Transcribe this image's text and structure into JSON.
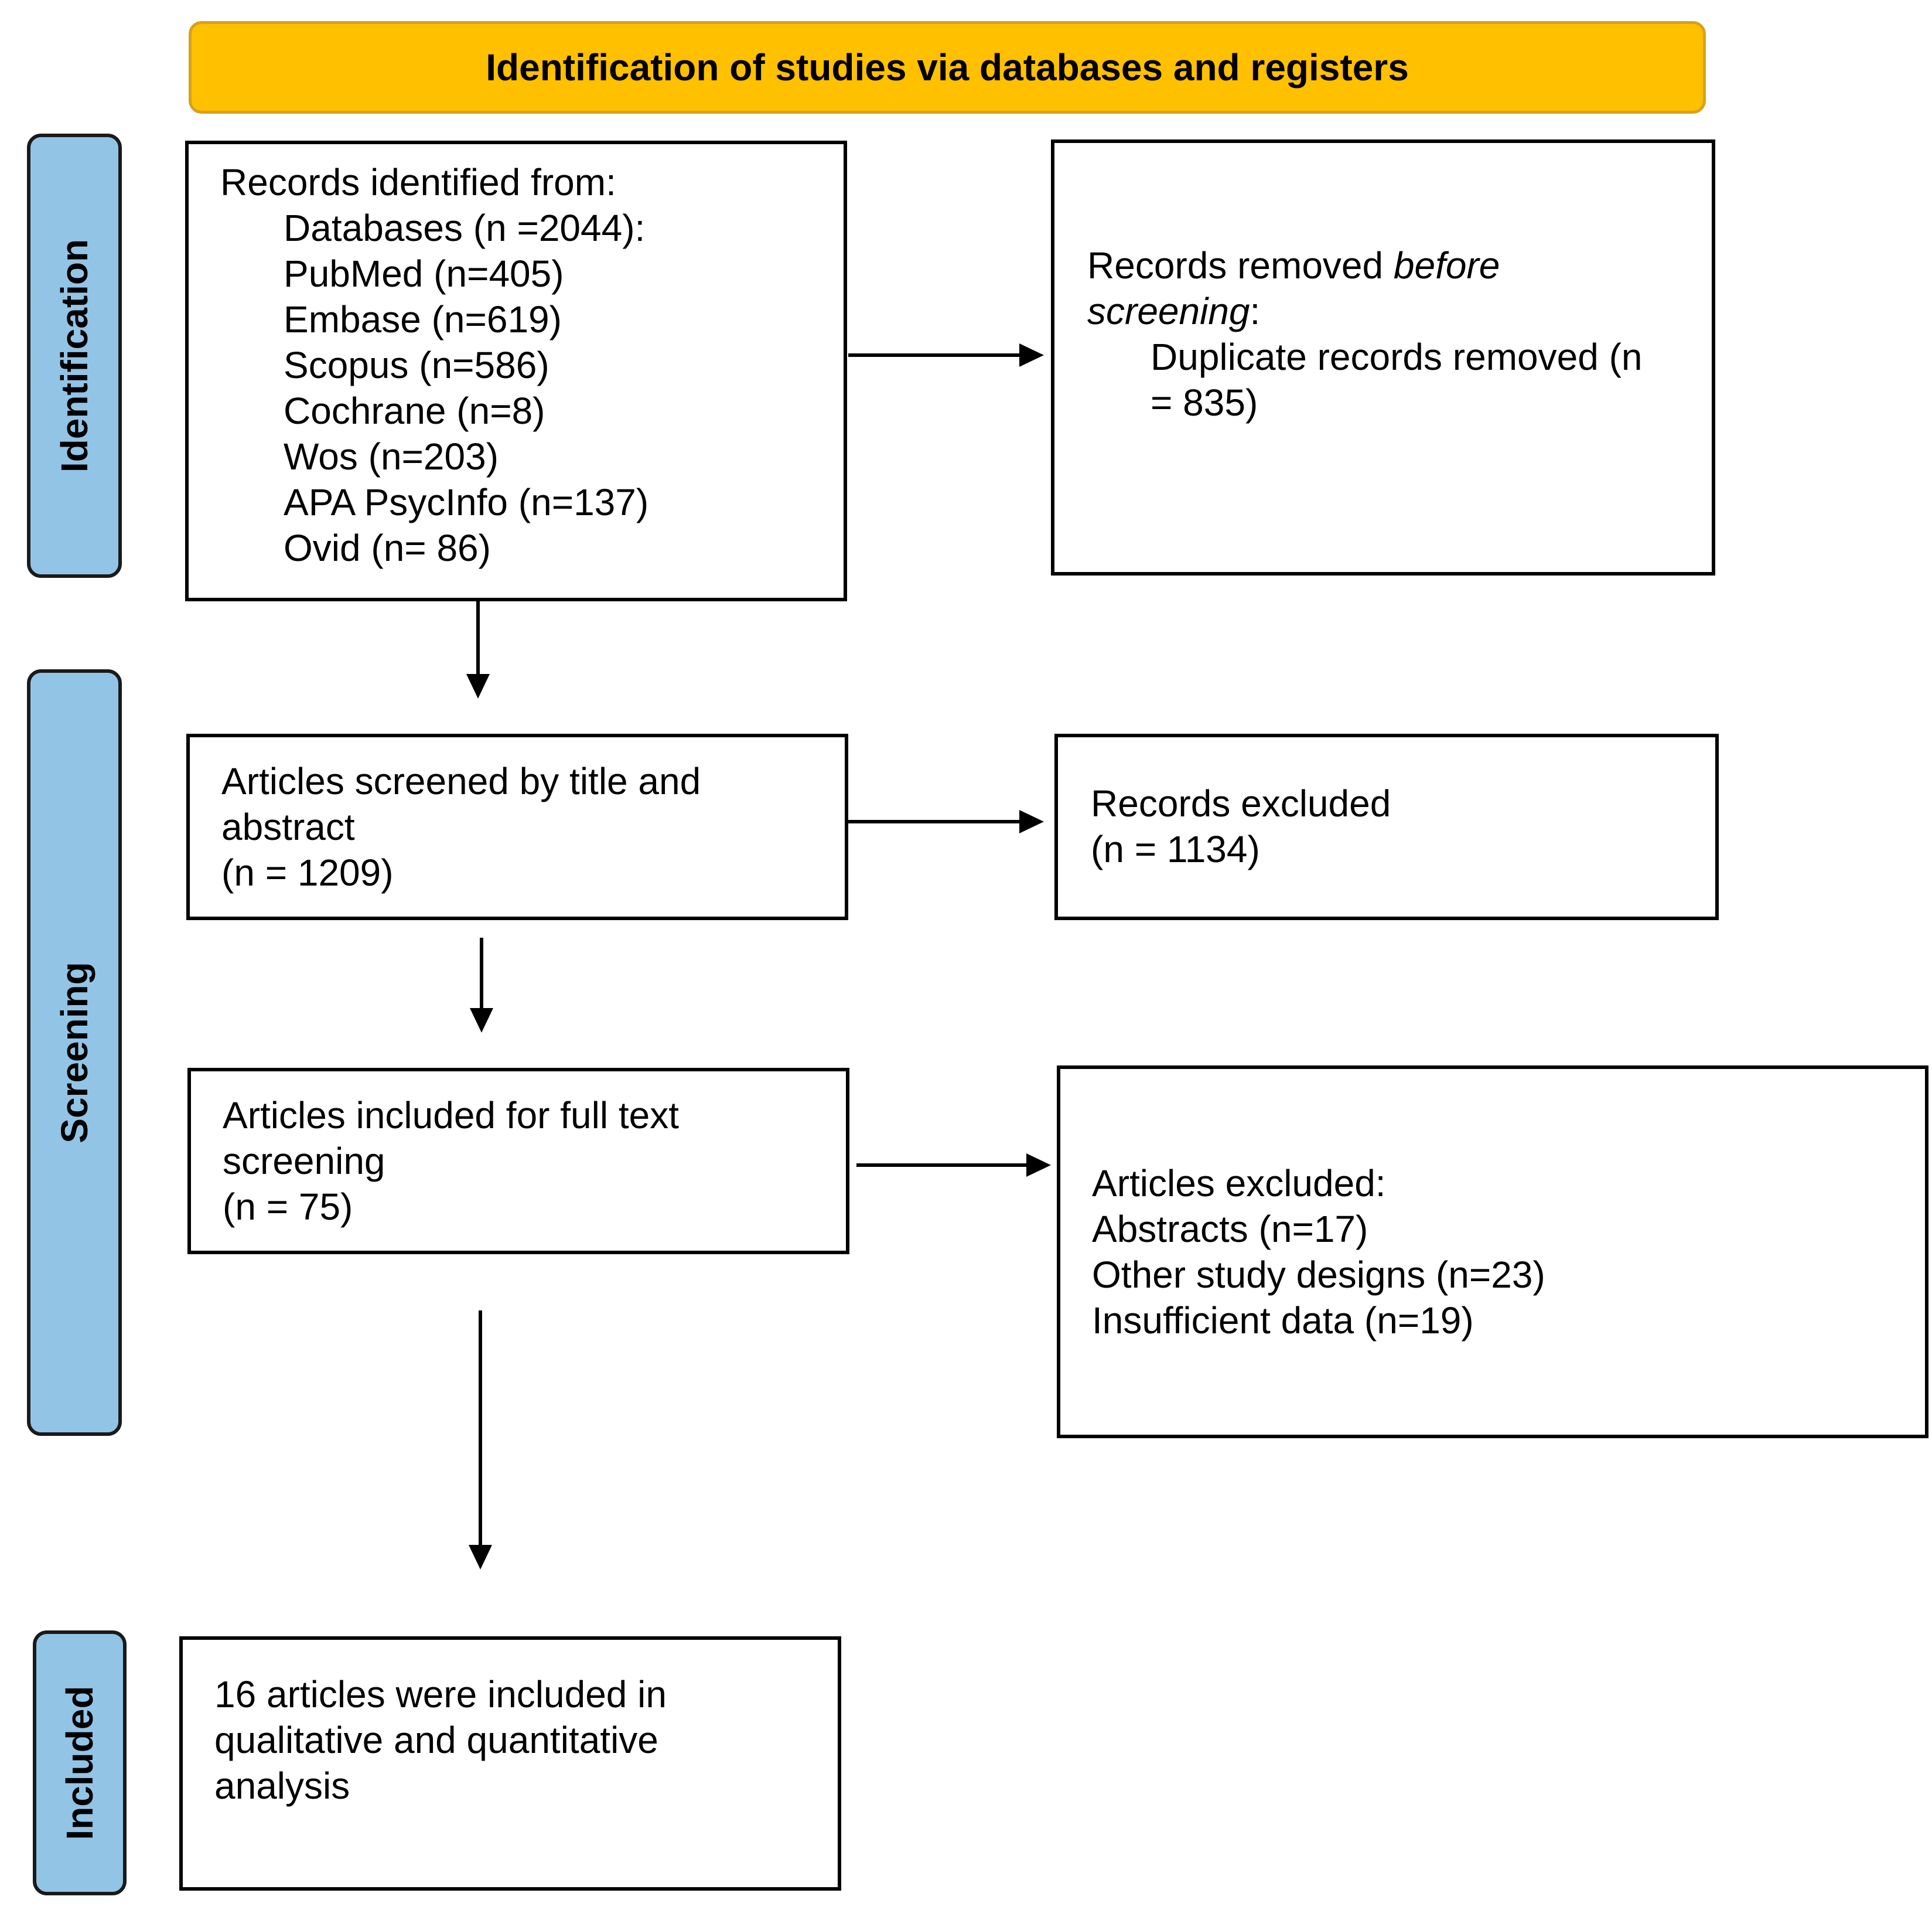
{
  "header": {
    "title": "Identification of studies via databases and registers"
  },
  "phases": {
    "identification": "Identification",
    "screening": "Screening",
    "included": "Included"
  },
  "records_identified": {
    "title": "Records identified from:",
    "items": [
      "Databases (n =2044):",
      "PubMed (n=405)",
      "Embase (n=619)",
      "Scopus (n=586)",
      "Cochrane (n=8)",
      "Wos (n=203)",
      "APA PsycInfo (n=137)",
      "Ovid (n= 86)"
    ]
  },
  "records_removed": {
    "prefix": "Records removed ",
    "emphasis": "before",
    "emphasis2": "screening",
    "suffix": ":",
    "line_a": "Duplicate records removed (n",
    "line_b": "= 835)"
  },
  "screened": {
    "line1": "Articles screened by title and",
    "line2": "abstract",
    "line3": "(n = 1209)"
  },
  "records_excluded": {
    "line1": "Records excluded",
    "line2": "(n = 1134)"
  },
  "fulltext": {
    "line1": "Articles included for full text",
    "line2": "screening",
    "line3": "(n = 75)"
  },
  "articles_excluded": {
    "title": "Articles excluded:",
    "items": [
      "Abstracts (n=17)",
      "Other study designs (n=23)",
      "Insufficient data (n=19)"
    ]
  },
  "included": {
    "line1": "16 articles were included in",
    "line2": "qualitative and quantitative",
    "line3": "analysis"
  },
  "colors": {
    "banner": "#FFC000",
    "phase": "#92C4E6"
  }
}
